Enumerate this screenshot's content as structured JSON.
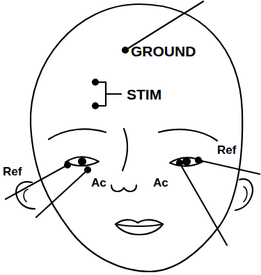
{
  "diagram": {
    "labels": [
      "GROUND",
      "STIM",
      "Ref",
      "Ref",
      "Ac",
      "Ac"
    ]
  }
}
